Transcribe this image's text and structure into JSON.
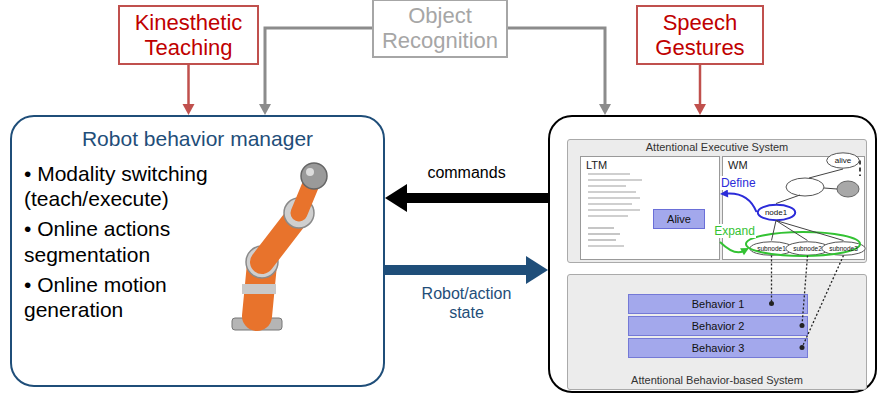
{
  "diagram": {
    "nodes": [
      {
        "text": [
          "Kinesthetic Teaching"
        ]
      },
      {
        "text": [
          "Object Recognition"
        ]
      },
      {
        "text": [
          "Speech Gestures"
        ]
      },
      {
        "text": [
          "Robot behavior manager",
          "• Modality switching (teach/execute)",
          "• Online actions segmentation",
          "• Online motion generation"
        ]
      },
      {
        "text": []
      },
      {
        "text": [
          "Attentional Executive System"
        ],
        "in": 4
      },
      {
        "text": [
          "LTM"
        ],
        "in": 5
      },
      {
        "text": [
          "WM"
        ],
        "in": 5
      },
      {
        "text": [
          "Alive"
        ],
        "in": 5
      },
      {
        "text": [
          "alive"
        ],
        "in": 7
      },
      {
        "text": [
          "node1"
        ],
        "in": 7
      },
      {
        "text": [
          "subnode1"
        ],
        "in": 7
      },
      {
        "text": [
          "subnode2"
        ],
        "in": 7
      },
      {
        "text": [
          "subnode3"
        ],
        "in": 7
      },
      {
        "text": [
          "Attentional Behavior-based System"
        ],
        "in": 4
      },
      {
        "text": [
          "Behavior 1"
        ],
        "in": 14
      },
      {
        "text": [
          "Behavior 2"
        ],
        "in": 14
      },
      {
        "text": [
          "Behavior 3"
        ],
        "in": 14
      }
    ],
    "edges": [
      {
        "from": 0,
        "to": 3,
        "arrow": "to"
      },
      {
        "from": 1,
        "to": 3,
        "arrow": "to"
      },
      {
        "from": 1,
        "to": 4,
        "arrow": "to"
      },
      {
        "from": 2,
        "to": 4,
        "arrow": "to"
      },
      {
        "from": 4,
        "to": 3,
        "label": "commands",
        "arrow": "to"
      },
      {
        "from": 3,
        "to": 4,
        "label": "Robot/action state",
        "arrow": "to"
      },
      {
        "from": 10,
        "to": 6,
        "label": "Define",
        "arrow": "to"
      },
      {
        "from": 6,
        "to": 11,
        "label": "Expand",
        "arrow": "to"
      },
      {
        "from": 10,
        "to": 11,
        "arrow": "none"
      },
      {
        "from": 10,
        "to": 12,
        "arrow": "none"
      },
      {
        "from": 10,
        "to": 13,
        "arrow": "none"
      },
      {
        "from": 11,
        "to": 15,
        "arrow": "none"
      },
      {
        "from": 12,
        "to": 16,
        "arrow": "none"
      },
      {
        "from": 13,
        "to": 17,
        "arrow": "none"
      }
    ]
  }
}
